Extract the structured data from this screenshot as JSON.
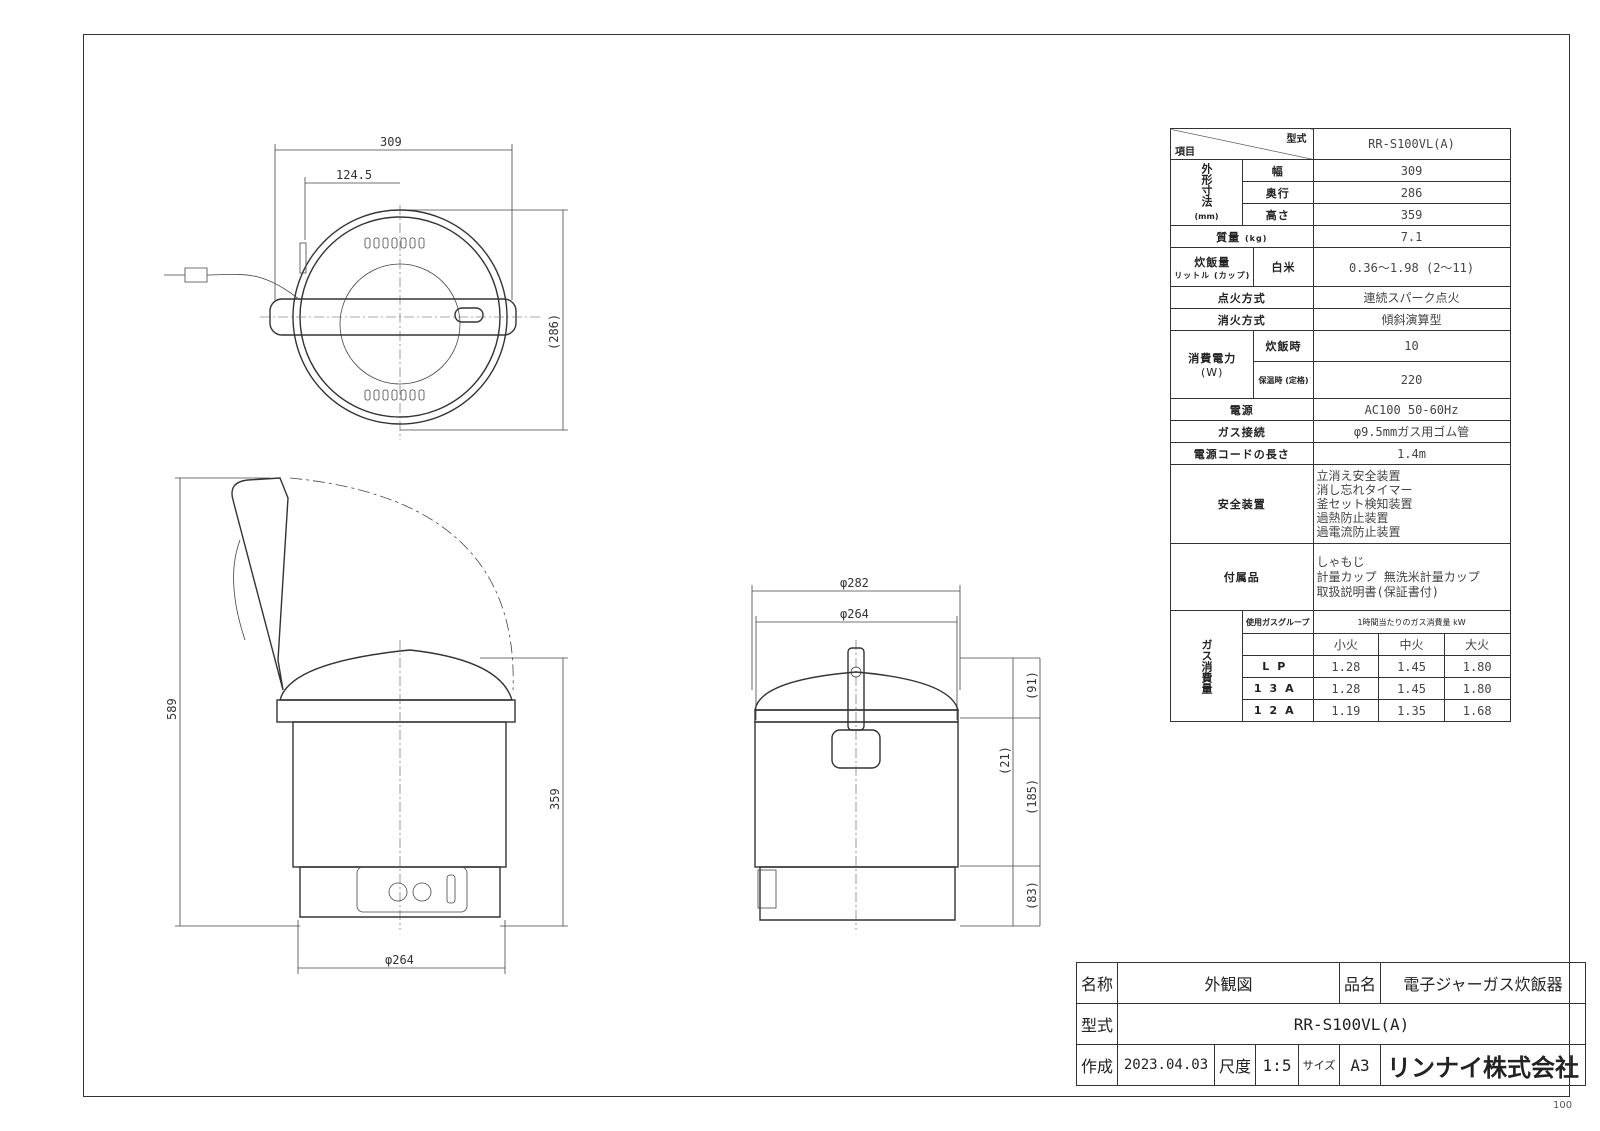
{
  "dimensions": {
    "top_width": "309",
    "top_offset": "124.5",
    "top_depth": "(286)",
    "side_height_open": "589",
    "side_body_height": "359",
    "side_base_dia": "φ264",
    "front_lid_dia": "φ282",
    "front_body_dia": "φ264",
    "front_h1": "(91)",
    "front_h2": "(21)",
    "front_h3": "(185)",
    "front_h4": "(83)"
  },
  "spec": {
    "hdr_model": "型式",
    "hdr_item": "項目",
    "model": "RR-S100VL(A)",
    "outer_dims_label": "外形寸法",
    "outer_dims_unit": "(mm)",
    "width_label": "幅",
    "width": "309",
    "depth_label": "奥行",
    "depth": "286",
    "height_label": "高さ",
    "height": "359",
    "mass_label": "質量",
    "mass_unit": "(kg)",
    "mass": "7.1",
    "capacity_label": "炊飯量",
    "capacity_unit": "リットル (カップ)",
    "rice_label": "白米",
    "capacity": "0.36〜1.98 (2〜11)",
    "ignition_label": "点火方式",
    "ignition": "連続スパーク点火",
    "extinguish_label": "消火方式",
    "extinguish": "傾斜演算型",
    "power_label": "消費電力",
    "power_unit": "(W)",
    "cooking_label": "炊飯時",
    "cooking_power": "10",
    "warming_label": "保温時 (定格)",
    "warming_power": "220",
    "supply_label": "電源",
    "supply": "AC100 50-60Hz",
    "gas_conn_label": "ガス接続",
    "gas_conn": "φ9.5mmガス用ゴム管",
    "cord_label": "電源コードの長さ",
    "cord": "1.4m",
    "safety_label": "安全装置",
    "safety": [
      "立消え安全装置",
      "消し忘れタイマー",
      "釜セット検知装置",
      "過熱防止装置",
      "過電流防止装置"
    ],
    "accessory_label": "付属品",
    "accessories": [
      "しゃもじ",
      "計量カップ 無洗米計量カップ",
      "取扱説明書(保証書付)"
    ],
    "gas_consumption_label": "ガス消費量",
    "gas_group_label": "使用ガスグループ",
    "gas_rate_label": "1時間当たりのガス消費量 kW",
    "flame_headers": [
      "小火",
      "中火",
      "大火"
    ],
    "gas_rows": [
      {
        "group": "LP",
        "values": [
          "1.28",
          "1.45",
          "1.80"
        ]
      },
      {
        "group": "13A",
        "values": [
          "1.28",
          "1.45",
          "1.80"
        ]
      },
      {
        "group": "12A",
        "values": [
          "1.19",
          "1.35",
          "1.68"
        ]
      }
    ]
  },
  "title_block": {
    "name_label": "名称",
    "name": "外観図",
    "product_label": "品名",
    "product": "電子ジャーガス炊飯器",
    "model_label": "型式",
    "model": "RR-S100VL(A)",
    "made_label": "作成",
    "date": "2023.04.03",
    "scale_label": "尺度",
    "scale": "1:5",
    "size_label": "サイズ",
    "size": "A3",
    "company": "リンナイ株式会社"
  },
  "sheet_no": "100"
}
